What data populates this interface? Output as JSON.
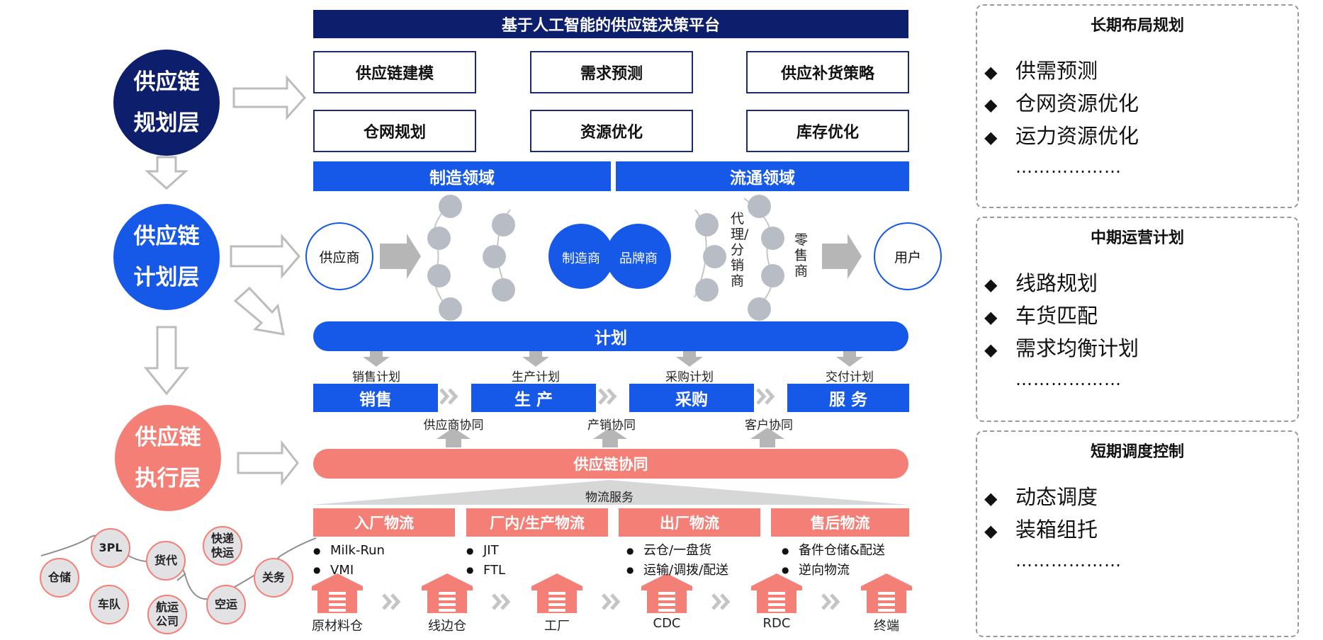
{
  "layers": [
    {
      "line1": "供应链",
      "line2": "规划层",
      "color": "#0c1e6c"
    },
    {
      "line1": "供应链",
      "line2": "计划层",
      "color": "#1658e8"
    },
    {
      "line1": "供应链",
      "line2": "执行层",
      "color": "#f47f76"
    }
  ],
  "platform": {
    "title": "基于人工智能的供应链决策平台",
    "modules": [
      "供应链建模",
      "需求预测",
      "供应补货策略",
      "仓网规划",
      "资源优化",
      "库存优化"
    ]
  },
  "domains": {
    "manufacturing": "制造领域",
    "circulation": "流通领域"
  },
  "chain": {
    "supplier": "供应商",
    "manufacturer": "制造商",
    "brand": "品牌商",
    "distributor": "代理/分销商",
    "retailer": "零售商",
    "user": "用户"
  },
  "plan": {
    "title": "计划",
    "sub_plans": [
      "销售计划",
      "生产计划",
      "采购计划",
      "交付计划"
    ],
    "functions": [
      "销售",
      "生 产",
      "采购",
      "服 务"
    ],
    "collab_labels": [
      "供应商协同",
      "产销协同",
      "客户协同"
    ]
  },
  "execution": {
    "collab_title": "供应链协同",
    "logistics_service": "物流服务",
    "logistics": [
      {
        "title": "入厂物流",
        "items": [
          "Milk-Run",
          "VMI"
        ]
      },
      {
        "title": "厂内/生产物流",
        "items": [
          "JIT",
          "FTL"
        ]
      },
      {
        "title": "出厂物流",
        "items": [
          "云仓/一盘货",
          "运输/调拨/配送"
        ]
      },
      {
        "title": "售后物流",
        "items": [
          "备件仓储&配送",
          "逆向物流"
        ]
      }
    ],
    "nodes": [
      "原材料仓",
      "线边仓",
      "工厂",
      "CDC",
      "RDC",
      "终端"
    ]
  },
  "ecosystem": [
    "3PL",
    "货代",
    "快递快运",
    "仓储",
    "车队",
    "航运公司",
    "空运",
    "关务"
  ],
  "panels": [
    {
      "title": "长期布局规划",
      "items": [
        "供需预测",
        "仓网资源优化",
        "运力资源优化"
      ],
      "more": "………………"
    },
    {
      "title": "中期运营计划",
      "items": [
        "线路规划",
        "车货匹配",
        "需求均衡计划"
      ],
      "more": "………………"
    },
    {
      "title": "短期调度控制",
      "items": [
        "动态调度",
        "装箱组托"
      ],
      "more": "………………"
    }
  ],
  "colors": {
    "navy": "#0c1e6c",
    "blue": "#1658e8",
    "salmon": "#f47f76",
    "gray": "#b8bcc4"
  }
}
